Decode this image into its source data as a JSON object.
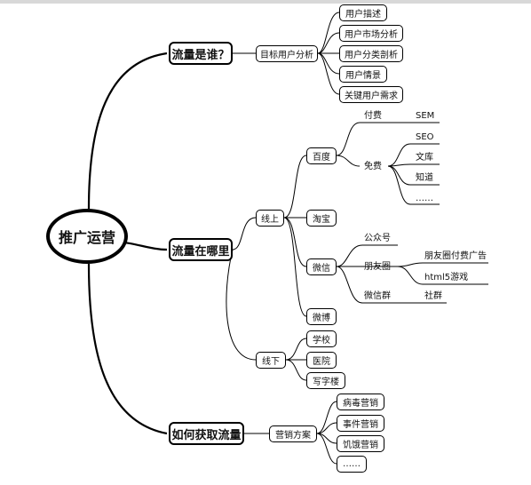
{
  "diagram": {
    "root": "推广运营",
    "branches": [
      {
        "title": "流量是谁？",
        "children": [
          {
            "label": "目标用户分析",
            "children": [
              "用户描述",
              "用户市场分析",
              "用户分类剖析",
              "用户情景",
              "关键用户需求"
            ]
          }
        ]
      },
      {
        "title": "流量在哪里",
        "children": [
          {
            "label": "线上",
            "children": [
              {
                "label": "百度",
                "paid": {
                  "label": "付费",
                  "item": "SEM"
                },
                "free": {
                  "label": "免费",
                  "items": [
                    "SEO",
                    "文库",
                    "知道",
                    "……"
                  ]
                }
              },
              {
                "label": "淘宝"
              },
              {
                "label": "微信",
                "official": "公众号",
                "moments": {
                  "label": "朋友圈",
                  "items": [
                    "朋友圈付费广告",
                    "html5游戏"
                  ]
                },
                "group": {
                  "label": "微信群",
                  "item": "社群"
                }
              },
              {
                "label": "微博"
              }
            ]
          },
          {
            "label": "线下",
            "children": [
              "学校",
              "医院",
              "写字楼"
            ]
          }
        ]
      },
      {
        "title": "如何获取流量",
        "children": [
          {
            "label": "营销方案",
            "children": [
              "病毒营销",
              "事件营销",
              "饥饿营销",
              "……"
            ]
          }
        ]
      }
    ]
  }
}
